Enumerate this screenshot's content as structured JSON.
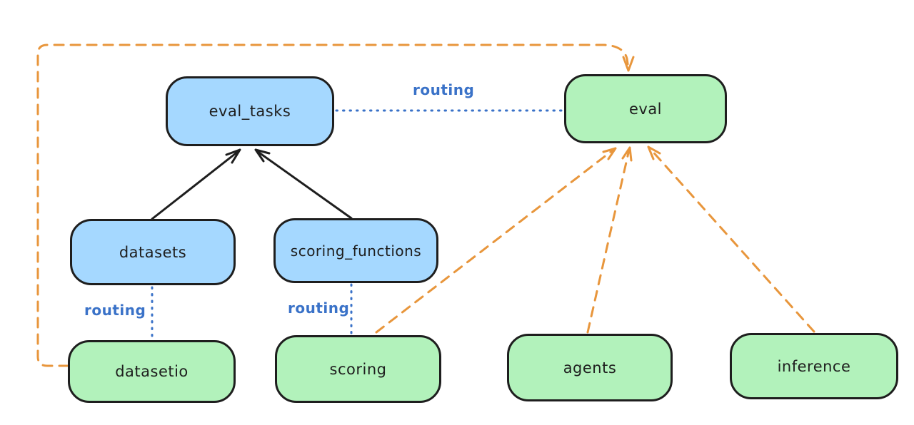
{
  "diagram": {
    "type": "architecture-diagram",
    "background": "#ffffff",
    "colors": {
      "blue_node_fill": "#a5d8ff",
      "green_node_fill": "#b2f2bb",
      "node_border": "#1e1e1e",
      "black_arrow": "#1e1e1e",
      "orange_arrow": "#e8963c",
      "routing_blue": "#3a72c8"
    },
    "nodes": [
      {
        "id": "eval_tasks",
        "label": "eval_tasks",
        "fill": "blue"
      },
      {
        "id": "eval",
        "label": "eval",
        "fill": "green"
      },
      {
        "id": "datasets",
        "label": "datasets",
        "fill": "blue"
      },
      {
        "id": "scoring_functions",
        "label": "scoring_functions",
        "fill": "blue"
      },
      {
        "id": "datasetio",
        "label": "datasetio",
        "fill": "green"
      },
      {
        "id": "scoring",
        "label": "scoring",
        "fill": "green"
      },
      {
        "id": "agents",
        "label": "agents",
        "fill": "green"
      },
      {
        "id": "inference",
        "label": "inference",
        "fill": "green"
      }
    ],
    "edges": [
      {
        "from": "datasets",
        "to": "eval_tasks",
        "style": "solid",
        "color": "black",
        "arrow": "to",
        "label": ""
      },
      {
        "from": "scoring_functions",
        "to": "eval_tasks",
        "style": "solid",
        "color": "black",
        "arrow": "to",
        "label": ""
      },
      {
        "from": "eval_tasks",
        "to": "eval",
        "style": "dotted",
        "color": "blue",
        "arrow": "none",
        "label": "routing"
      },
      {
        "from": "datasets",
        "to": "datasetio",
        "style": "dotted",
        "color": "blue",
        "arrow": "none",
        "label": "routing"
      },
      {
        "from": "scoring_functions",
        "to": "scoring",
        "style": "dotted",
        "color": "blue",
        "arrow": "none",
        "label": "routing"
      },
      {
        "from": "datasetio",
        "to": "eval",
        "style": "dashed",
        "color": "orange",
        "arrow": "to",
        "label": "",
        "route": "left-top-loop"
      },
      {
        "from": "scoring",
        "to": "eval",
        "style": "dashed",
        "color": "orange",
        "arrow": "to",
        "label": ""
      },
      {
        "from": "agents",
        "to": "eval",
        "style": "dashed",
        "color": "orange",
        "arrow": "to",
        "label": ""
      },
      {
        "from": "inference",
        "to": "eval",
        "style": "dashed",
        "color": "orange",
        "arrow": "to",
        "label": ""
      }
    ]
  }
}
